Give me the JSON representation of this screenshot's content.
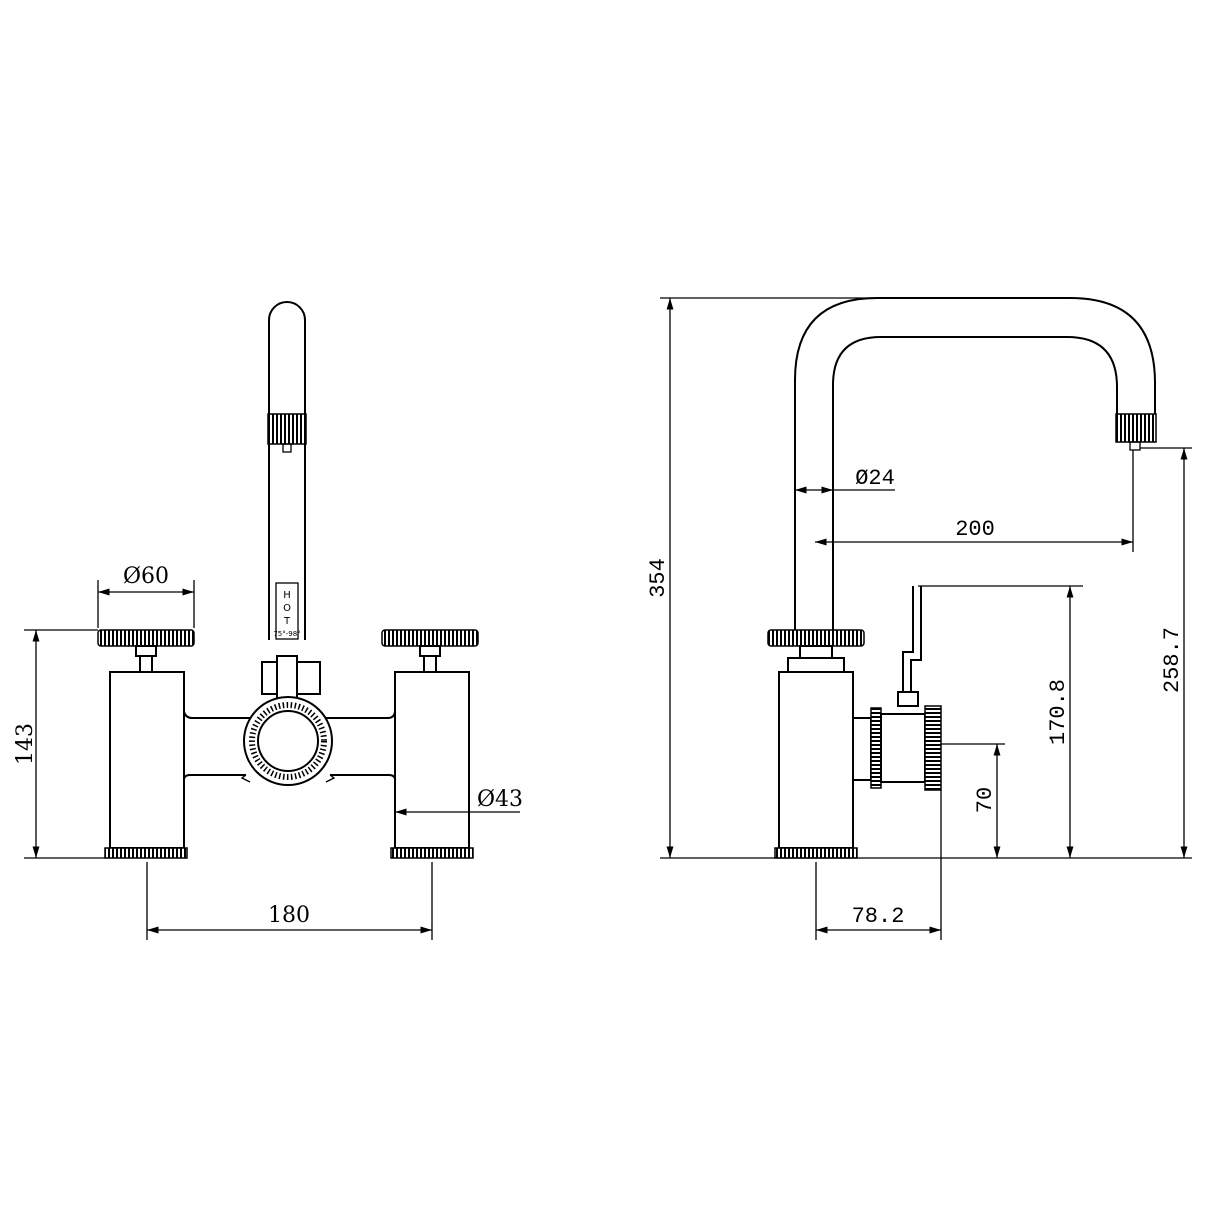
{
  "front_view": {
    "dim_knob_diameter": "Ø60",
    "dim_height": "143",
    "dim_leg_diameter": "Ø43",
    "dim_center_spacing": "180",
    "label_hot_1": "H",
    "label_hot_2": "O",
    "label_hot_3": "T",
    "label_temp": "75°-98°"
  },
  "side_view": {
    "dim_total_height": "354",
    "dim_spout_diameter": "Ø24",
    "dim_reach": "200",
    "dim_spout_height": "258.7",
    "dim_lever_height": "170.8",
    "dim_outlet_height": "70",
    "dim_base_offset": "78.2"
  }
}
